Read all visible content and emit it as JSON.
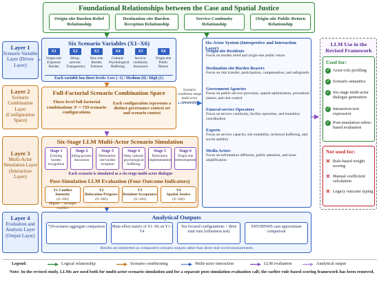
{
  "top": {
    "title": "Foundational Relationships between the Case and Spatial Justice",
    "boxes": [
      "Origin-site Burden-Relief Relationship",
      "Destination-site Burden-Reception Relationship",
      "Service-Continuity Relationship",
      "Origin-site Public-Return Relationship"
    ]
  },
  "layers": [
    {
      "name": "Layer 1",
      "desc": "Scenario Variable Layer (Driver Layer)"
    },
    {
      "name": "Layer 2",
      "desc": "Scenario Combination Layer (Configuration Space)"
    },
    {
      "name": "Layer 3",
      "desc": "Multi-Actor Simulation Layer (Interaction Layer)"
    },
    {
      "name": "Layer 4",
      "desc": "Evaluation and Analysis Layer (Output Layer)"
    }
  ],
  "l1": {
    "title": "Six Scenario Variables (X1–X6)",
    "vars": [
      {
        "id": "X1",
        "label": "Origin-site Exposure Burden"
      },
      {
        "id": "X2",
        "label": "Siting-process Transparency"
      },
      {
        "id": "X3",
        "label": "New-site Burden Fairness"
      },
      {
        "id": "X4",
        "label": "Cultural-Psychological Buffering"
      },
      {
        "id": "X5",
        "label": "Service-continuity Assurance"
      },
      {
        "id": "X6",
        "label": "Origin-site Public Return"
      }
    ],
    "note": "Each variable has three levels: Low (−1) / Medium (0) / High (1)"
  },
  "conditioning": "Scenario conditions shape multi-actor interaction",
  "l2": {
    "title": "Full-Factorial Scenario Combination Space",
    "left": "Three-level full-factorial combinations 3⁶ = 729 scenario configurations",
    "right": "Each configuration represents a distinct governance-context set and scenario context"
  },
  "l3": {
    "title": "Six-Stage LLM Multi-Actor Scenario Simulation",
    "stages": [
      {
        "name": "Stage 1",
        "desc": "Existing burden recognition"
      },
      {
        "name": "Stage 2",
        "desc": "Siting-process discussion"
      },
      {
        "name": "Stage 3",
        "desc": "Destination-site burden reception"
      },
      {
        "name": "Stage 4",
        "desc": "Deep cultural-psychological buffering"
      },
      {
        "name": "Stage 5",
        "desc": "Relocation implementation"
      },
      {
        "name": "Stage 6",
        "desc": "Origin-site redevelopment"
      }
    ],
    "note": "Each scenario is simulated as a six-stage multi-actor dialogue"
  },
  "eval": {
    "title": "Post-Simulation LLM Evaluation (Four Outcome Indicators)",
    "indicators": [
      {
        "id": "Y1",
        "name": "Conflict Intensity",
        "range": "(0–100)",
        "extra": "Higher = stronger conflict"
      },
      {
        "id": "Y2",
        "name": "Relocation Progress",
        "range": "(0–100)",
        "extra": ""
      },
      {
        "id": "Y3",
        "name": "Resident Acceptance",
        "range": "(0–100)",
        "extra": ""
      },
      {
        "id": "Y4",
        "name": "Spatial Justice",
        "range": "(0–100)",
        "extra": ""
      }
    ]
  },
  "l4": {
    "title": "Analytical Outputs",
    "boxes": [
      "729-scenario aggregate comparison",
      "Main-effect matrix of X1–X6 on Y1–Y4",
      "Ten focused configurations + three total runs (robustness test)",
      "XHYHP0495 case-approximate comparison"
    ],
    "note": "Results are interpreted as comparative scenario outputs rather than direct real-world measurements."
  },
  "sixactor": {
    "title": "Six-Actor System (Interpretive and Interaction Layer)",
    "items": [
      {
        "name": "Origin-site Residents",
        "desc": "Focus on burden relief and origin-site public return"
      },
      {
        "name": "Destination-site Burden Bearers",
        "desc": "Focus on risk transfer, participation, compensation, and safeguards"
      },
      {
        "name": "Government Agencies",
        "desc": "Focus on public-service provision, spatial optimization, procedural justice, and risk control"
      },
      {
        "name": "Funeral-service Operators",
        "desc": "Focus on service continuity, facility operation, and transition coordination"
      },
      {
        "name": "Experts",
        "desc": "Focus on service capacity, site suitability, technical buffering, and social stability"
      },
      {
        "name": "Media Actors",
        "desc": "Focus on information diffusion, public attention, and issue amplification"
      }
    ]
  },
  "llm": {
    "title": "LLM Use in the Revised Framework",
    "used_title": "Used for:",
    "used": [
      "Actor-role profiling",
      "Scenario semantics",
      "Six-stage multi-actor dialogue generation",
      "Interaction-text expression",
      "Post-simulation rubric-based evaluation"
    ],
    "not_title": "Not used for:",
    "not_used": [
      "Rule-based weight scoring",
      "Manual coefficient calculation",
      "Legacy outcome typing"
    ]
  },
  "legend": {
    "title": "Legend:",
    "items": [
      "Logical relationship",
      "Scenario conditioning",
      "Multi-actor interaction",
      "LLM evaluation",
      "Analytical output"
    ]
  },
  "note": "Note: In the revised study, LLMs are used both for multi-actor scenario simulation and for a separate post-simulation evaluation call; the earlier rule-based scoring framework has been removed.",
  "colors": {
    "green": "#2f8a3b",
    "blue": "#2f5fbf",
    "orange": "#c97a1e",
    "purple": "#8a4fc0",
    "red": "#c62828"
  }
}
